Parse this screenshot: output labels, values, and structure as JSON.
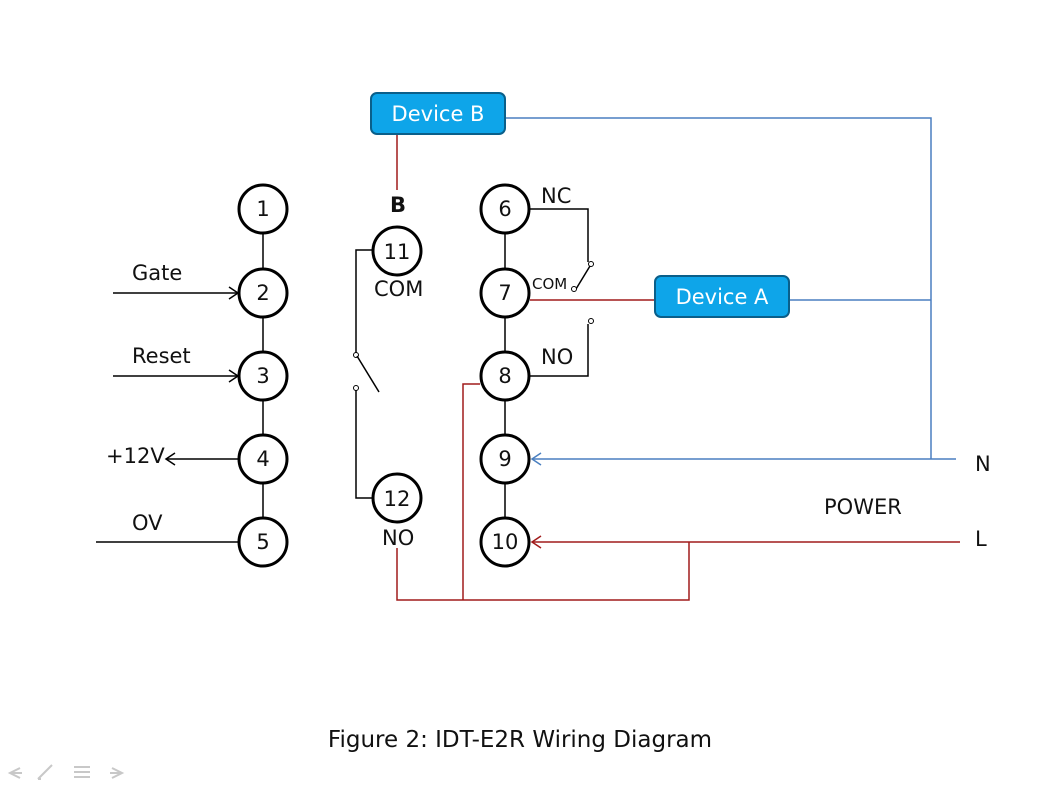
{
  "terminals_left": [
    "1",
    "2",
    "3",
    "4",
    "5"
  ],
  "terminals_right": [
    "6",
    "7",
    "8",
    "9",
    "10"
  ],
  "terminals_relay_b": [
    "11",
    "12"
  ],
  "labels": {
    "gate": "Gate",
    "reset": "Reset",
    "plus12v": "+12V",
    "ov": "OV",
    "relay_b": "B",
    "com_b": "COM",
    "no_b": "NO",
    "nc_a": "NC",
    "com_a": "COM",
    "no_a": "NO",
    "power": "POWER",
    "neutral": "N",
    "line": "L"
  },
  "devices": {
    "device_b": "Device B",
    "device_a": "Device A"
  },
  "caption": "Figure 2: IDT-E2R Wiring Diagram",
  "colors": {
    "device_fill": "#0ea5e9",
    "neutral_wire": "#4a7fc0",
    "line_wire": "#a11b1b",
    "signal_wire": "#000000"
  },
  "icons": [
    "back-arrow-icon",
    "pen-icon",
    "menu-icon",
    "forward-arrow-icon"
  ]
}
